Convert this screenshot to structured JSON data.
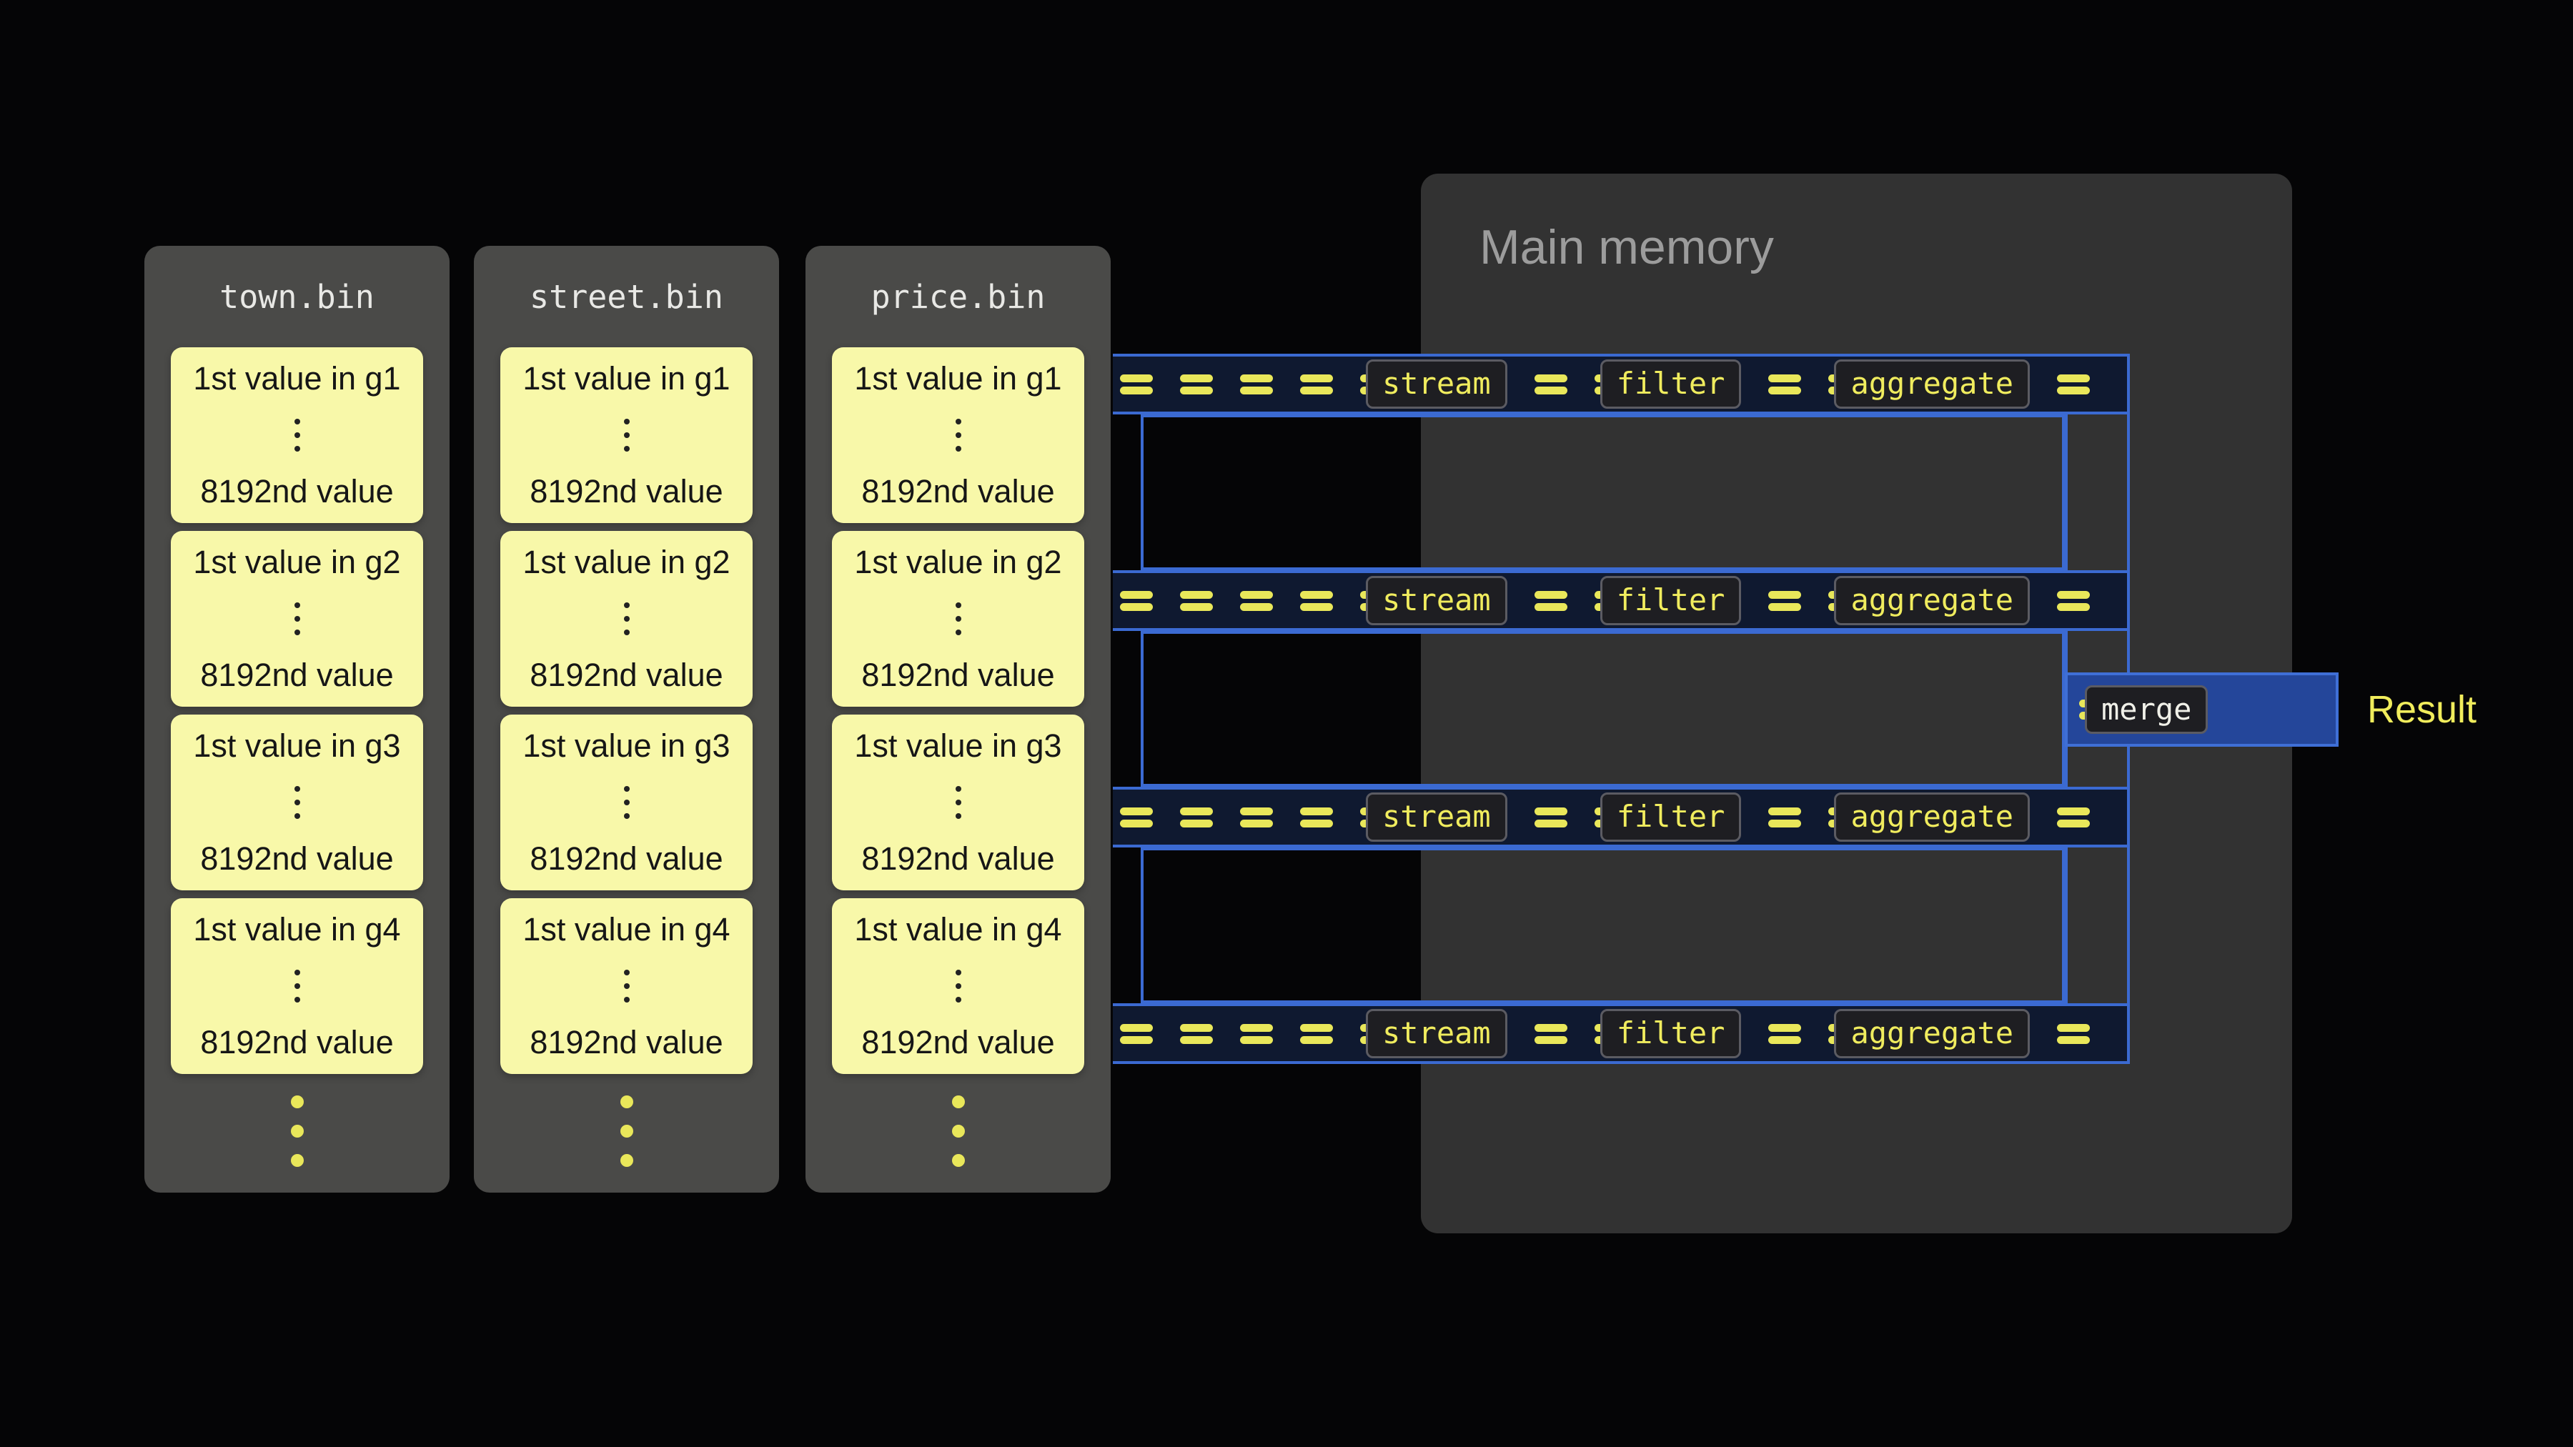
{
  "files": [
    {
      "name": "town.bin",
      "groups": [
        {
          "first": "1st value in g1",
          "last": "8192nd value"
        },
        {
          "first": "1st value in g2",
          "last": "8192nd value"
        },
        {
          "first": "1st value in g3",
          "last": "8192nd value"
        },
        {
          "first": "1st value in g4",
          "last": "8192nd value"
        }
      ]
    },
    {
      "name": "street.bin",
      "groups": [
        {
          "first": "1st value in g1",
          "last": "8192nd value"
        },
        {
          "first": "1st value in g2",
          "last": "8192nd value"
        },
        {
          "first": "1st value in g3",
          "last": "8192nd value"
        },
        {
          "first": "1st value in g4",
          "last": "8192nd value"
        }
      ]
    },
    {
      "name": "price.bin",
      "groups": [
        {
          "first": "1st value in g1",
          "last": "8192nd value"
        },
        {
          "first": "1st value in g2",
          "last": "8192nd value"
        },
        {
          "first": "1st value in g3",
          "last": "8192nd value"
        },
        {
          "first": "1st value in g4",
          "last": "8192nd value"
        }
      ]
    }
  ],
  "memory": {
    "title": "Main memory"
  },
  "pipelines": [
    {
      "stages": [
        "stream",
        "filter",
        "aggregate"
      ]
    },
    {
      "stages": [
        "stream",
        "filter",
        "aggregate"
      ]
    },
    {
      "stages": [
        "stream",
        "filter",
        "aggregate"
      ]
    },
    {
      "stages": [
        "stream",
        "filter",
        "aggregate"
      ]
    }
  ],
  "merge": {
    "label": "merge"
  },
  "result": {
    "label": "Result"
  },
  "colors": {
    "pipe_blue": "#3b6ad2",
    "dash_yellow": "#e9e75a",
    "group_box_yellow": "#f8f8a9",
    "panel_gray": "#4a4a48",
    "memory_gray": "#323232",
    "result_yellow": "#f1ed5c"
  }
}
